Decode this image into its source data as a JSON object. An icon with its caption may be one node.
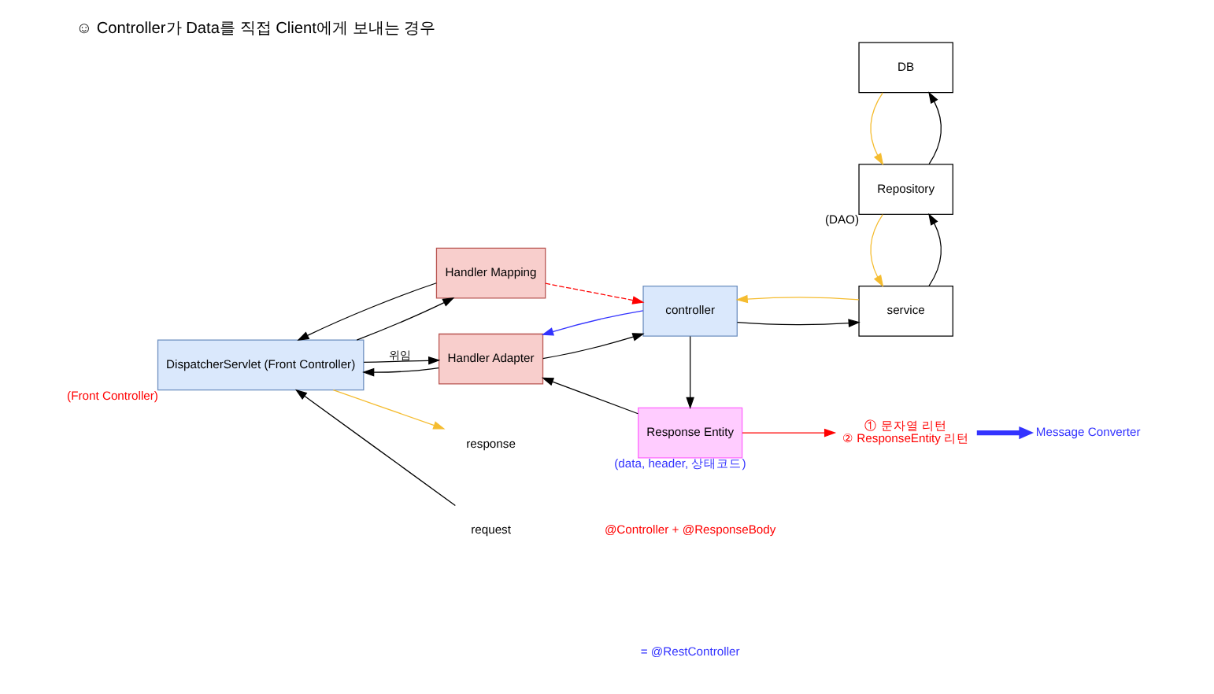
{
  "diagram": {
    "title": "☺ Controller가 Data를 직접 Client에게 보내는 경우",
    "nodes": [
      {
        "text": [
          "DispatcherServlet (Front Controller)"
        ],
        "beside": [
          "(Front Controller)"
        ]
      },
      {
        "text": [
          "Handler Mapping"
        ]
      },
      {
        "text": [
          "Handler Adapter"
        ]
      },
      {
        "text": [
          "controller"
        ]
      },
      {
        "text": [
          "service"
        ]
      },
      {
        "text": [
          "Repository"
        ],
        "beside": [
          "(DAO)"
        ]
      },
      {
        "text": [
          "DB"
        ]
      },
      {
        "text": [
          "Response Entity"
        ],
        "beside": [
          "(data, header, 상태코드)"
        ]
      },
      {
        "text": [
          "request"
        ]
      },
      {
        "text": [
          "response"
        ]
      },
      {
        "text": [
          "Message Converter"
        ]
      },
      {
        "text": [
          "① 문자열 리턴",
          "② ResponseEntity 리턴"
        ]
      }
    ],
    "edges": [
      {
        "from": 8,
        "to": 0,
        "arrow": "to"
      },
      {
        "from": 0,
        "to": 9,
        "arrow": "to",
        "color": "#f5bc2f"
      },
      {
        "from": 0,
        "to": 1,
        "arrow": "to"
      },
      {
        "from": 1,
        "to": 0,
        "arrow": "to"
      },
      {
        "from": 0,
        "to": 2,
        "arrow": "to",
        "label": "위임"
      },
      {
        "from": 2,
        "to": 0,
        "arrow": "to"
      },
      {
        "from": 1,
        "to": 3,
        "arrow": "to",
        "style": "dashed",
        "color": "#ff0000"
      },
      {
        "from": 2,
        "to": 3,
        "arrow": "to"
      },
      {
        "from": 3,
        "to": 2,
        "arrow": "to",
        "color": "#3333ff"
      },
      {
        "from": 3,
        "to": 4,
        "arrow": "to"
      },
      {
        "from": 4,
        "to": 3,
        "arrow": "to",
        "color": "#f5bc2f"
      },
      {
        "from": 4,
        "to": 5,
        "arrow": "to"
      },
      {
        "from": 5,
        "to": 4,
        "arrow": "to",
        "color": "#f5bc2f"
      },
      {
        "from": 5,
        "to": 6,
        "arrow": "to"
      },
      {
        "from": 6,
        "to": 5,
        "arrow": "to",
        "color": "#f5bc2f"
      },
      {
        "from": 3,
        "to": 7,
        "arrow": "to"
      },
      {
        "from": 7,
        "to": 2,
        "arrow": "to"
      },
      {
        "from": 7,
        "to": 11,
        "arrow": "to",
        "color": "#ff0000"
      },
      {
        "from": 11,
        "to": 10,
        "arrow": "to",
        "style": "thick",
        "color": "#3333ff"
      }
    ],
    "labels": [
      "@Controller + @ResponseBody",
      "= @RestController"
    ]
  }
}
